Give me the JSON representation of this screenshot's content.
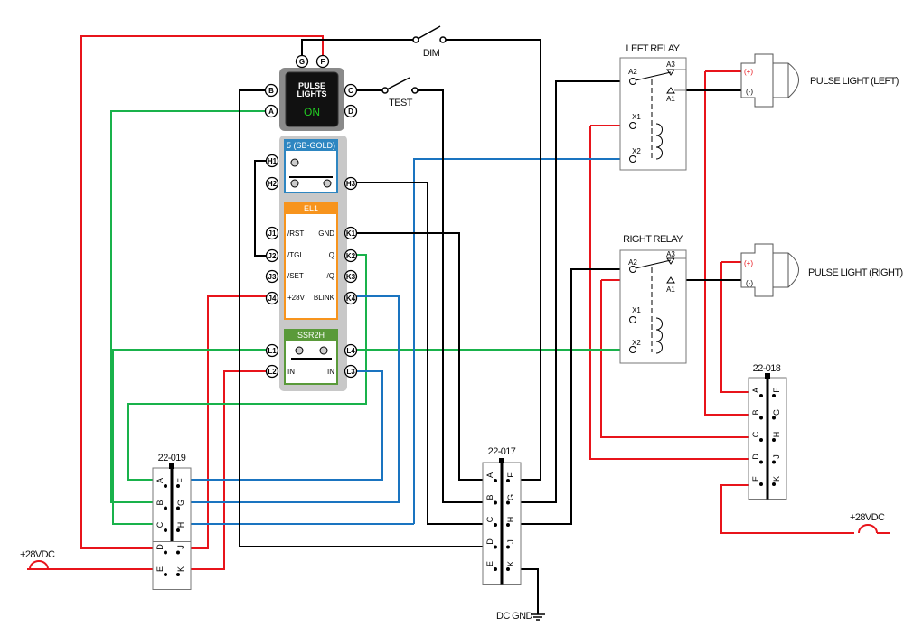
{
  "panel": {
    "pulse_button": {
      "line1": "PULSE",
      "line2": "LIGHTS",
      "state": "ON",
      "pins": [
        "A",
        "B",
        "C",
        "D",
        "F",
        "G"
      ]
    },
    "sb_gold": {
      "title": "5 (SB-GOLD)",
      "pins": [
        "H1",
        "H2",
        "H3"
      ]
    },
    "el1": {
      "title": "EL1",
      "left": [
        "/RST",
        "/TGL",
        "/SET",
        "+28V"
      ],
      "right": [
        "GND",
        "Q",
        "/Q",
        "BLINK"
      ],
      "left_pins": [
        "J1",
        "J2",
        "J3",
        "J4"
      ],
      "right_pins": [
        "K1",
        "K2",
        "K3",
        "K4"
      ]
    },
    "ssr2h": {
      "title": "SSR2H",
      "in_left": "IN",
      "in_right": "IN",
      "pins": [
        "L1",
        "L2",
        "L3",
        "L4"
      ]
    }
  },
  "switches": {
    "dim": "DIM",
    "test": "TEST"
  },
  "relays": {
    "left": {
      "title": "LEFT RELAY",
      "terms": [
        "A2",
        "A3",
        "A1",
        "X1",
        "X2"
      ]
    },
    "right": {
      "title": "RIGHT RELAY",
      "terms": [
        "A2",
        "A3",
        "A1",
        "X1",
        "X2"
      ]
    }
  },
  "lights": {
    "left": {
      "label": "PULSE LIGHT (LEFT)",
      "plus": "(+)",
      "minus": "(-)"
    },
    "right": {
      "label": "PULSE LIGHT (RIGHT)",
      "plus": "(+)",
      "minus": "(-)"
    }
  },
  "connectors": {
    "c019": {
      "label": "22-019",
      "left": [
        "A",
        "B",
        "C",
        "D",
        "E"
      ],
      "right": [
        "F",
        "G",
        "H",
        "J",
        "K"
      ]
    },
    "c017": {
      "label": "22-017",
      "left": [
        "A",
        "B",
        "C",
        "D",
        "E"
      ],
      "right": [
        "F",
        "G",
        "H",
        "J",
        "K"
      ]
    },
    "c018": {
      "label": "22-018",
      "left": [
        "A",
        "B",
        "C",
        "D",
        "E"
      ],
      "right": [
        "F",
        "G",
        "H",
        "J",
        "K"
      ]
    }
  },
  "power": {
    "left_supply": "+28VDC",
    "right_supply": "+28VDC",
    "ground": "DC GND"
  },
  "colors": {
    "red": "#e8141b",
    "green": "#19b24b",
    "blue": "#1a74c0",
    "orange": "#f7941d",
    "sb_blue": "#2e86c1",
    "ssr_green": "#5a9a3a",
    "panel_gray": "#c8c8c8"
  }
}
